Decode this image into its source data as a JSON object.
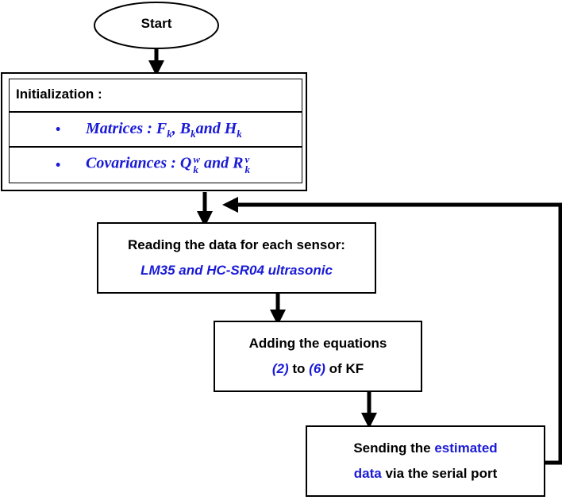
{
  "start": {
    "label": "Start"
  },
  "init": {
    "title": "Initialization :",
    "bullet": "•",
    "line1": {
      "prefix": "Matrices : ",
      "f": "F",
      "b": "B",
      "and": "and",
      "h": "H",
      "sub": "k",
      "comma": ", "
    },
    "line2": {
      "prefix": "Covariances :  ",
      "q": "Q",
      "qsup": "w",
      "and": " and ",
      "r": "R",
      "rsup": "v",
      "sub": "k"
    }
  },
  "reading": {
    "line1": "Reading the data for each sensor:",
    "line2": "LM35 and HC-SR04 ultrasonic"
  },
  "adding": {
    "line1": "Adding the equations",
    "eq_start": "(2)",
    "to": " to ",
    "eq_end": "(6)",
    "of": " of KF"
  },
  "sending": {
    "part1": "Sending the ",
    "estimated": "estimated",
    "data_word": "data",
    "part2": " via the serial port"
  },
  "colors": {
    "accent": "#1a1ad6",
    "stroke": "#000000"
  }
}
